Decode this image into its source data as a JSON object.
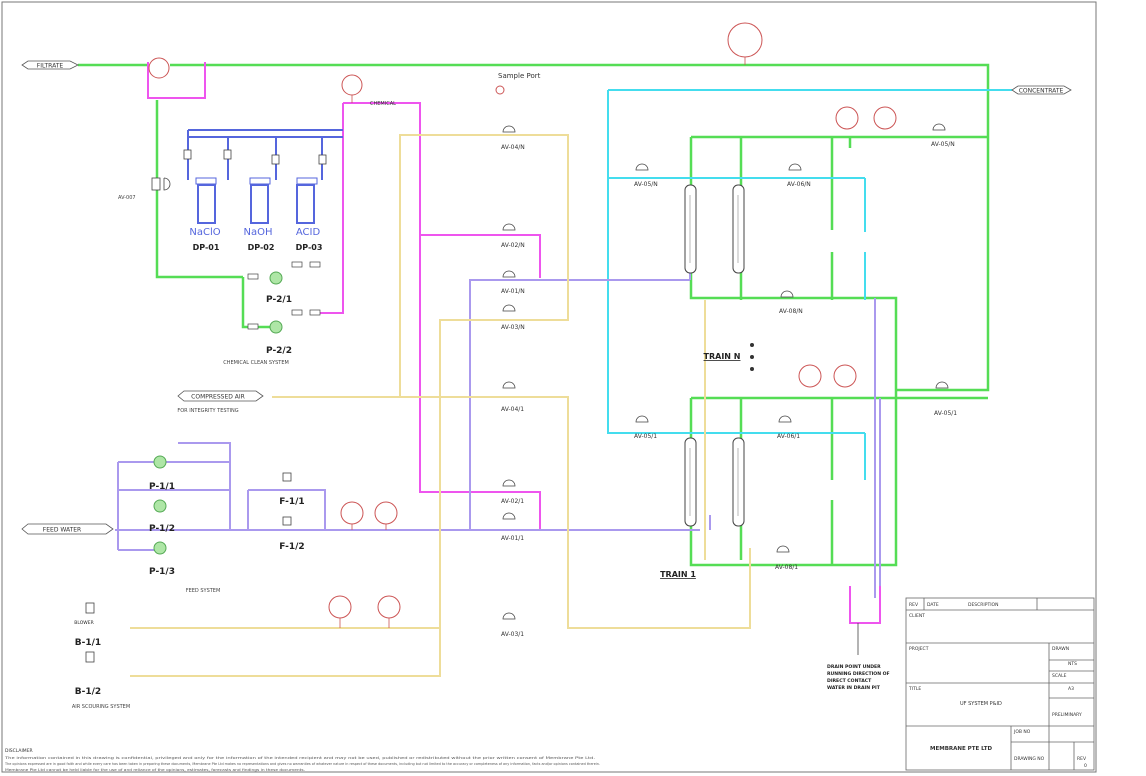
{
  "streams": {
    "filtrate": "FILTRATE",
    "concentrate": "CONCENTRATE",
    "feed_water": "FEED WATER",
    "compressed_air": "COMPRESSED AIR",
    "membrane_integrity": "FOR INTEGRITY TESTING"
  },
  "sample_port": "Sample Port",
  "chemical_tanks": [
    {
      "chem": "NaClO",
      "tag": "DP-01"
    },
    {
      "chem": "NaOH",
      "tag": "DP-02"
    },
    {
      "chem": "ACID",
      "tag": "DP-03"
    }
  ],
  "pumps": {
    "p21": "P-2/1",
    "p22": "P-2/2",
    "p11": "P-1/1",
    "p12": "P-1/2",
    "p13": "P-1/3",
    "f11": "F-1/1",
    "f12": "F-1/2",
    "b11": "B-1/1",
    "b12": "B-1/2"
  },
  "system_labels": {
    "chemical": "CHEMICAL CLEAN SYSTEM",
    "feed": "FEED SYSTEM",
    "air": "AIR SCOURING SYSTEM"
  },
  "valves": {
    "av04n": "AV-04/N",
    "av02n": "AV-02/N",
    "av01n": "AV-01/N",
    "av03n": "AV-03/N",
    "av04_1": "AV-04/1",
    "av02_1": "AV-02/1",
    "av01_1": "AV-01/1",
    "av03_1": "AV-03/1",
    "av05n_a": "AV-05/N",
    "av06n": "AV-06/N",
    "av08n": "AV-08/N",
    "av05n_b": "AV-05/N",
    "av05_1a": "AV-05/1",
    "av06_1": "AV-06/1",
    "av08_1": "AV-08/1",
    "av05_1b": "AV-05/1"
  },
  "misc": {
    "av_small": "AV-007",
    "header": "CHEMICAL",
    "blower_tag": "BLOWER",
    "train_n": "TRAIN N",
    "train_1": "TRAIN 1",
    "drain_note": "DRAIN POINT UNDER\nRUNNING DIRECTION OF\nDIRECT CONTACT\nWATER IN DRAIN PIT"
  },
  "title_block": {
    "rev_hdr": "REV",
    "date_hdr": "DATE",
    "desc_hdr": "DESCRIPTION",
    "client": "CLIENT",
    "project": "PROJECT",
    "title": "TITLE",
    "title_val": "UF SYSTEM P&ID",
    "drawn": "DRAWN",
    "scale": "SCALE",
    "company": "MEMBRANE PTE LTD",
    "job": "JOB NO",
    "dwg": "DRAWING NO",
    "rev": "REV",
    "nts": "NTS",
    "a3": "A3",
    "prelim": "PRELIMINARY",
    "rev_num": "0"
  },
  "notes": {
    "heading": "DISCLAIMER",
    "line1": "The information contained in this drawing is confidential, privileged and only for the information of the intended recipient and may not be used, published or redistributed without the prior written consent of Membrane Pte Ltd.",
    "line2": "The opinions expressed are in good faith and while every care has been taken in preparing these documents, Membrane Pte Ltd makes no representations and gives no warranties of whatever nature in respect of these documents, including but not limited to the accuracy or completeness of any information, facts and/or opinions contained therein.",
    "line3": "Membrane Pte Ltd cannot be held liable for the use of and reliance of the opinions, estimates, forecasts and findings in these documents."
  },
  "colors": {
    "filtrate": "#55dd55",
    "chemical": "#ee55ee",
    "concentrate": "#44ddee",
    "feed": "#aa99ee",
    "air": "#eedd99",
    "instrument": "#cc5555",
    "blue": "#5566dd"
  }
}
